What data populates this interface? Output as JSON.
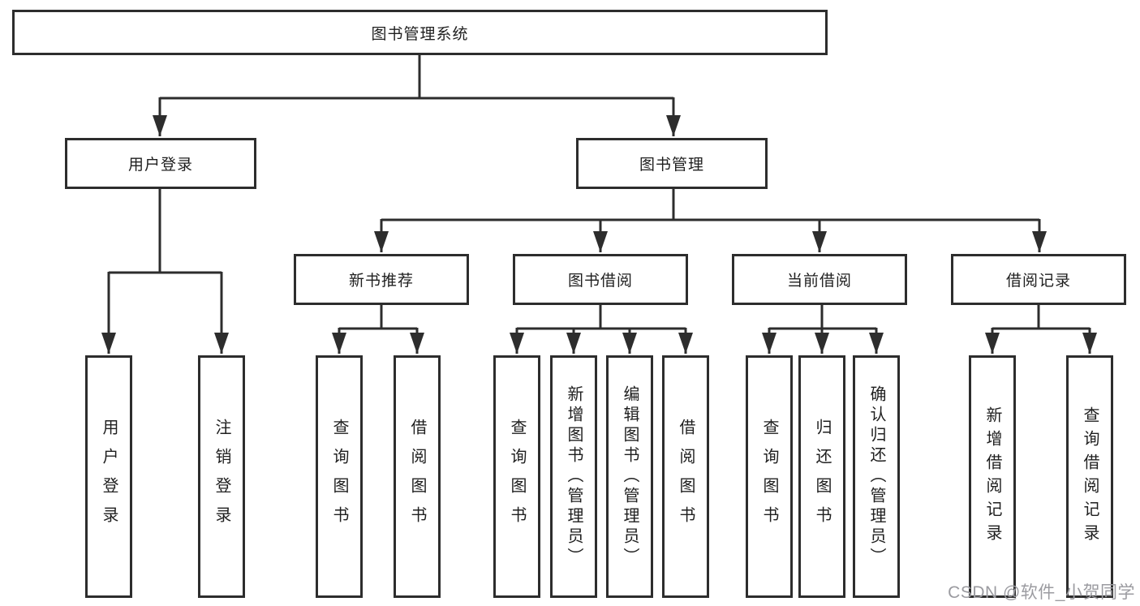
{
  "diagram": {
    "root": {
      "label": "图书管理系统"
    },
    "branches": [
      {
        "label": "用户登录",
        "children": [
          {
            "label": "用户登录"
          },
          {
            "label": "注销登录"
          }
        ]
      },
      {
        "label": "图书管理",
        "children": [
          {
            "label": "新书推荐",
            "children": [
              {
                "label": "查询图书"
              },
              {
                "label": "借阅图书"
              }
            ]
          },
          {
            "label": "图书借阅",
            "children": [
              {
                "label": "查询图书"
              },
              {
                "label": "新增图书（管理员）"
              },
              {
                "label": "编辑图书（管理员）"
              },
              {
                "label": "借阅图书"
              }
            ]
          },
          {
            "label": "当前借阅",
            "children": [
              {
                "label": "查询图书"
              },
              {
                "label": "归还图书"
              },
              {
                "label": "确认归还（管理员）"
              }
            ]
          },
          {
            "label": "借阅记录",
            "children": [
              {
                "label": "新增借阅记录"
              },
              {
                "label": "查询借阅记录"
              }
            ]
          }
        ]
      }
    ]
  },
  "colors": {
    "line": "#2d2d2d",
    "box_border": "#2d2d2d",
    "background": "#ffffff",
    "text": "#1f1f1f",
    "watermark": "#9b9ba0"
  },
  "watermark": {
    "text": "CSDN @软件_小贺同学"
  }
}
